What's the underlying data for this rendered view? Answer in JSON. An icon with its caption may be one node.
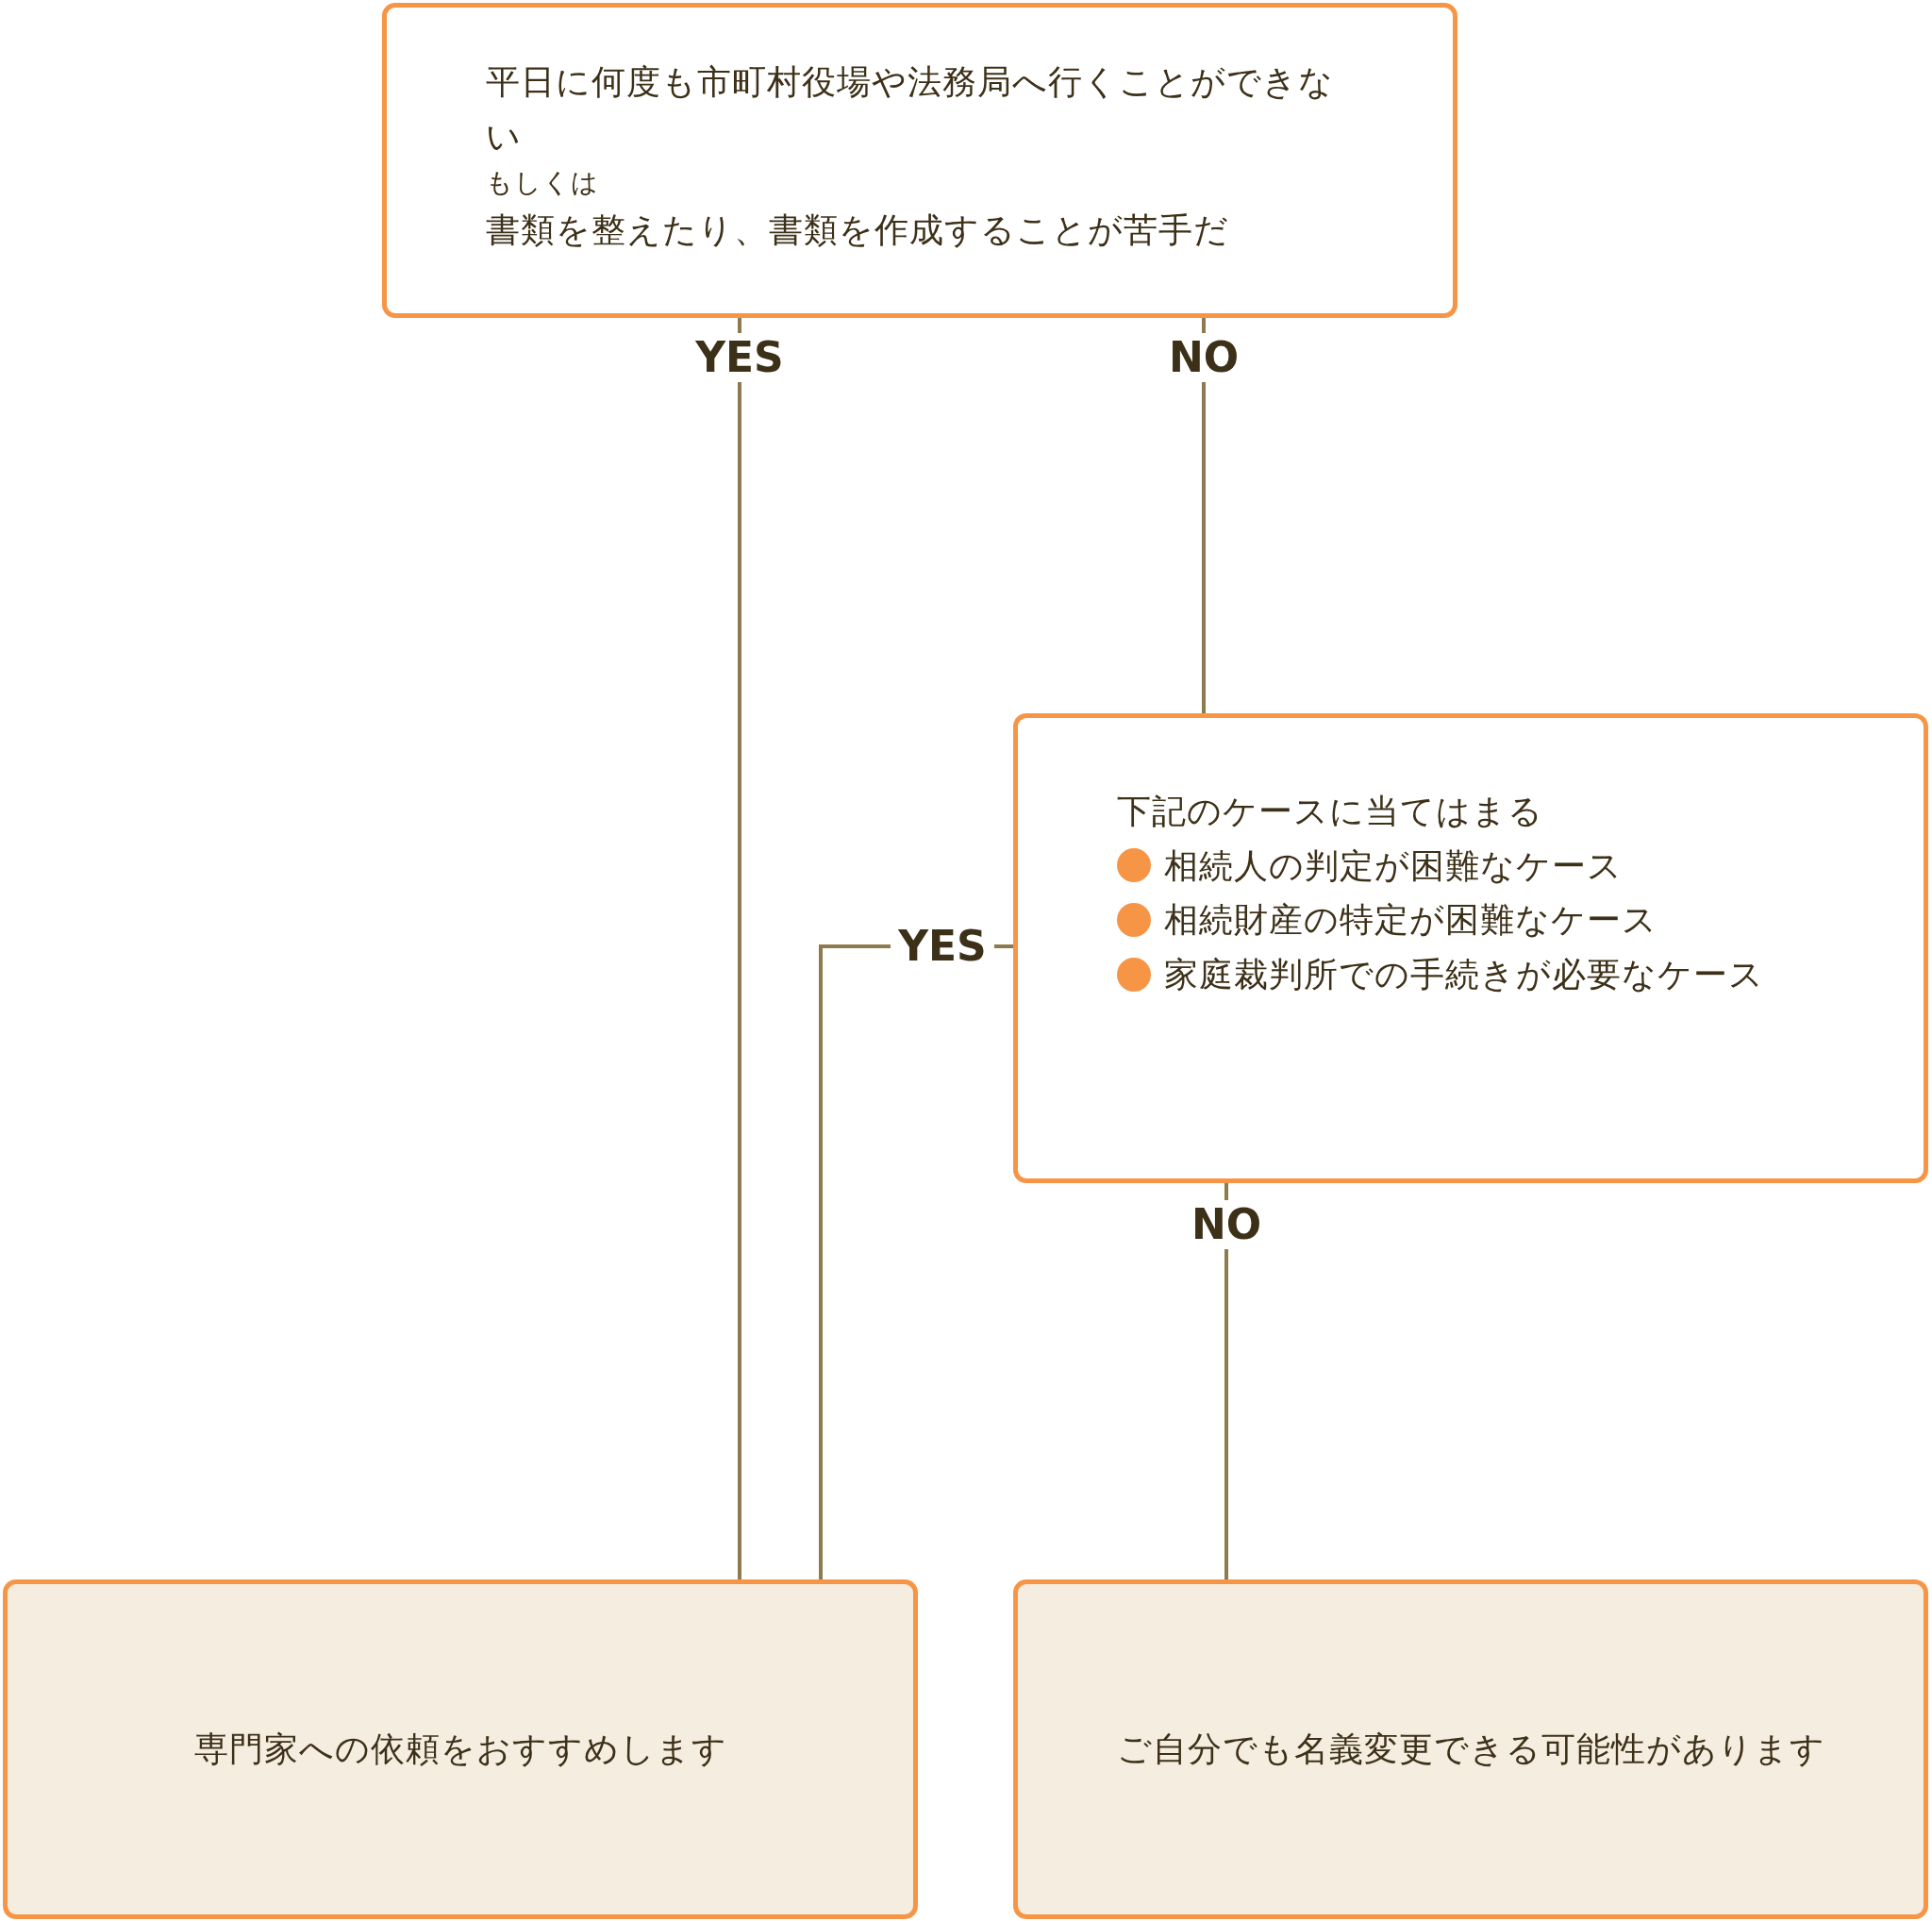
{
  "diagram": {
    "nodes": [
      {
        "text": [
          "平日に何度も市町村役場や法務局へ行くことができない",
          "もしくは",
          "書類を整えたり、書類を作成することが苦手だ"
        ]
      },
      {
        "text": [
          "下記のケースに当てはまる",
          "相続人の判定が困難なケース",
          "相続財産の特定が困難なケース",
          "家庭裁判所での手続きが必要なケース"
        ]
      },
      {
        "text": [
          "専門家への依頼をおすすめします"
        ]
      },
      {
        "text": [
          "ご自分でも名義変更できる可能性があります"
        ]
      }
    ],
    "edges": [
      {
        "from": 0,
        "to": 2,
        "arrow": "none",
        "label": "YES"
      },
      {
        "from": 0,
        "to": 1,
        "arrow": "none",
        "label": "NO"
      },
      {
        "from": 1,
        "to": 2,
        "arrow": "none",
        "label": "YES"
      },
      {
        "from": 1,
        "to": 3,
        "arrow": "none",
        "label": "NO"
      }
    ]
  }
}
